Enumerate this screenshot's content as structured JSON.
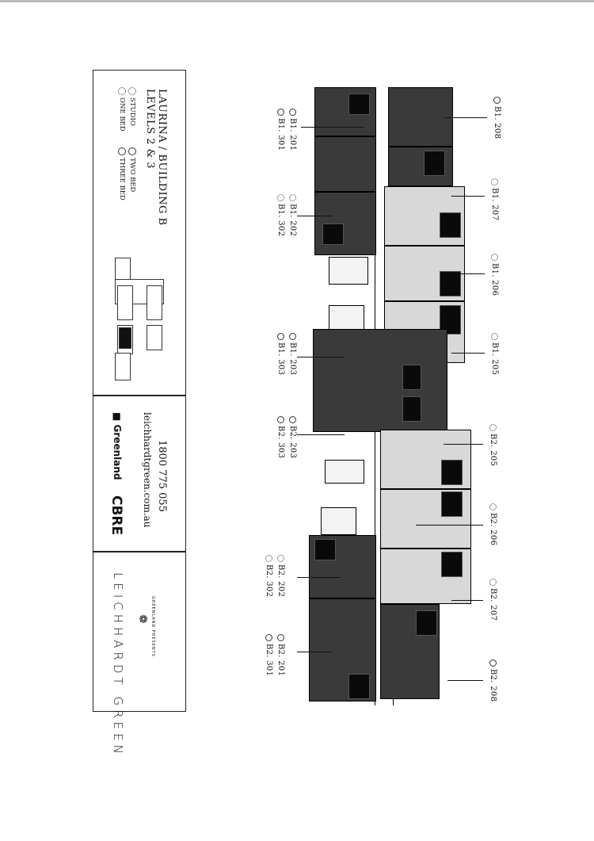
{
  "legend_panel": {
    "title_line1": "LAURINA / BUILDING B",
    "title_line2": "LEVELS 2 & 3",
    "legend": [
      "STUDIO",
      "TWO BED",
      "ONE BED",
      "THREE BED"
    ],
    "phone": "1800 775 055",
    "website": "leichhardtgreen.com.au",
    "brand_1": "Greenland",
    "brand_2": "CBRE",
    "presents": "GREENLAND PRESENTS",
    "project_name": "LEICHHARDT GREEN"
  },
  "units_left": [
    {
      "a": "B1. 201",
      "b": "B1. 301"
    },
    {
      "a": "B1. 202",
      "b": "B1. 302"
    },
    {
      "a": "B1. 203",
      "b": "B1. 303"
    },
    {
      "a": "B2. 203",
      "b": "B2. 303"
    },
    {
      "a": "B2. 202",
      "b": "B2. 302"
    },
    {
      "a": "B2. 201",
      "b": "B2. 301"
    }
  ],
  "units_right": [
    "B1. 208",
    "B1. 207",
    "B1. 206",
    "B1. 205",
    "B2. 205",
    "B2. 206",
    "B2. 207",
    "B2. 208"
  ]
}
